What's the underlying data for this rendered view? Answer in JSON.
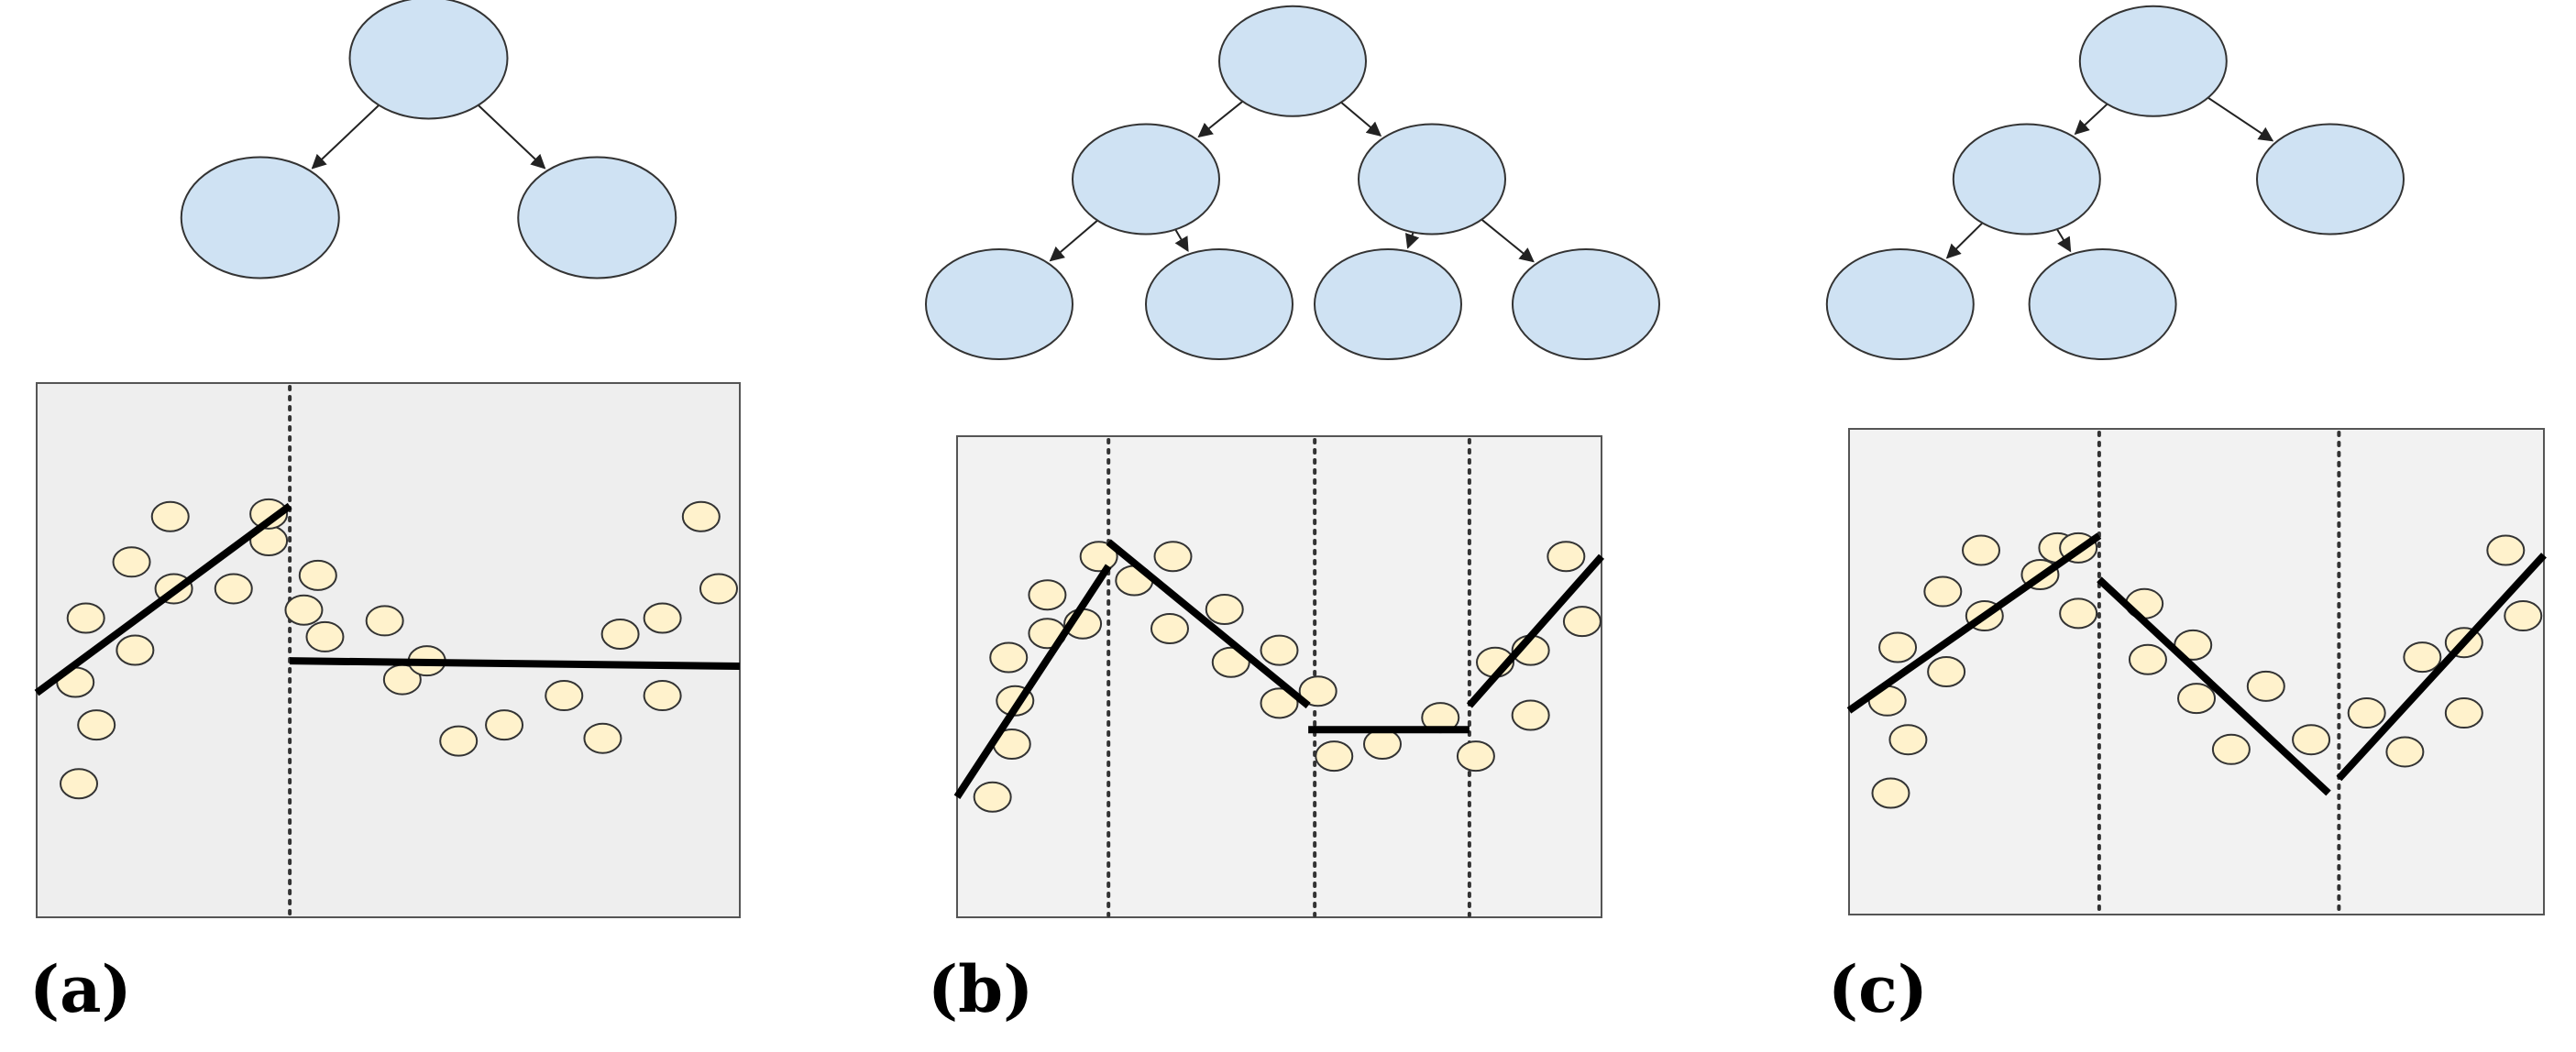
{
  "panels": [
    {
      "label": "(a)",
      "tree": {
        "nodes": [
          [
            0.5,
            0.15
          ],
          [
            0.15,
            0.75
          ],
          [
            0.85,
            0.75
          ]
        ],
        "edges": [
          [
            0,
            1
          ],
          [
            0,
            2
          ]
        ]
      },
      "splits": [
        0.36
      ],
      "segments": [
        [
          0.0,
          0.58,
          0.36,
          0.23
        ],
        [
          0.36,
          0.52,
          1.0,
          0.53
        ]
      ],
      "points": [
        [
          0.055,
          0.56
        ],
        [
          0.07,
          0.44
        ],
        [
          0.06,
          0.75
        ],
        [
          0.085,
          0.64
        ],
        [
          0.135,
          0.335
        ],
        [
          0.14,
          0.5
        ],
        [
          0.19,
          0.25
        ],
        [
          0.195,
          0.385
        ],
        [
          0.28,
          0.385
        ],
        [
          0.33,
          0.295
        ],
        [
          0.33,
          0.245
        ],
        [
          0.38,
          0.425
        ],
        [
          0.4,
          0.36
        ],
        [
          0.41,
          0.475
        ],
        [
          0.495,
          0.445
        ],
        [
          0.52,
          0.555
        ],
        [
          0.555,
          0.52
        ],
        [
          0.6,
          0.67
        ],
        [
          0.665,
          0.64
        ],
        [
          0.75,
          0.585
        ],
        [
          0.805,
          0.665
        ],
        [
          0.83,
          0.47
        ],
        [
          0.89,
          0.44
        ],
        [
          0.89,
          0.585
        ],
        [
          0.945,
          0.25
        ],
        [
          0.97,
          0.385
        ]
      ]
    },
    {
      "label": "(b)",
      "tree": {
        "nodes": [
          [
            0.5,
            0.12
          ],
          [
            0.3,
            0.45
          ],
          [
            0.69,
            0.45
          ],
          [
            0.1,
            0.8
          ],
          [
            0.4,
            0.8
          ],
          [
            0.63,
            0.8
          ],
          [
            0.9,
            0.8
          ]
        ],
        "edges": [
          [
            0,
            1
          ],
          [
            0,
            2
          ],
          [
            1,
            3
          ],
          [
            1,
            4
          ],
          [
            2,
            5
          ],
          [
            2,
            6
          ]
        ]
      },
      "splits": [
        0.235,
        0.555,
        0.795
      ],
      "segments": [
        [
          0.0,
          0.75,
          0.235,
          0.27
        ],
        [
          0.235,
          0.22,
          0.545,
          0.56
        ],
        [
          0.545,
          0.61,
          0.795,
          0.61
        ],
        [
          0.795,
          0.56,
          1.0,
          0.25
        ]
      ],
      "points": [
        [
          0.055,
          0.75
        ],
        [
          0.08,
          0.46
        ],
        [
          0.085,
          0.64
        ],
        [
          0.09,
          0.55
        ],
        [
          0.14,
          0.41
        ],
        [
          0.14,
          0.33
        ],
        [
          0.195,
          0.39
        ],
        [
          0.22,
          0.25
        ],
        [
          0.275,
          0.3
        ],
        [
          0.33,
          0.4
        ],
        [
          0.335,
          0.25
        ],
        [
          0.415,
          0.36
        ],
        [
          0.425,
          0.47
        ],
        [
          0.5,
          0.445
        ],
        [
          0.5,
          0.555
        ],
        [
          0.56,
          0.53
        ],
        [
          0.585,
          0.665
        ],
        [
          0.66,
          0.64
        ],
        [
          0.75,
          0.585
        ],
        [
          0.805,
          0.665
        ],
        [
          0.835,
          0.47
        ],
        [
          0.89,
          0.445
        ],
        [
          0.89,
          0.58
        ],
        [
          0.945,
          0.25
        ],
        [
          0.97,
          0.385
        ]
      ]
    },
    {
      "label": "(c)",
      "tree": {
        "nodes": [
          [
            0.52,
            0.12
          ],
          [
            0.32,
            0.45
          ],
          [
            0.8,
            0.45
          ],
          [
            0.12,
            0.8
          ],
          [
            0.44,
            0.8
          ]
        ],
        "edges": [
          [
            0,
            1
          ],
          [
            0,
            2
          ],
          [
            1,
            3
          ],
          [
            1,
            4
          ]
        ]
      },
      "splits": [
        0.36,
        0.705
      ],
      "segments": [
        [
          0.0,
          0.58,
          0.36,
          0.22
        ],
        [
          0.36,
          0.31,
          0.69,
          0.75
        ],
        [
          0.705,
          0.72,
          1.0,
          0.26
        ]
      ],
      "points": [
        [
          0.055,
          0.56
        ],
        [
          0.07,
          0.45
        ],
        [
          0.06,
          0.75
        ],
        [
          0.085,
          0.64
        ],
        [
          0.135,
          0.335
        ],
        [
          0.14,
          0.5
        ],
        [
          0.19,
          0.25
        ],
        [
          0.195,
          0.385
        ],
        [
          0.275,
          0.3
        ],
        [
          0.3,
          0.245
        ],
        [
          0.33,
          0.38
        ],
        [
          0.33,
          0.245
        ],
        [
          0.425,
          0.36
        ],
        [
          0.43,
          0.475
        ],
        [
          0.495,
          0.445
        ],
        [
          0.5,
          0.555
        ],
        [
          0.55,
          0.66
        ],
        [
          0.6,
          0.53
        ],
        [
          0.665,
          0.64
        ],
        [
          0.745,
          0.585
        ],
        [
          0.8,
          0.665
        ],
        [
          0.825,
          0.47
        ],
        [
          0.885,
          0.44
        ],
        [
          0.885,
          0.585
        ],
        [
          0.945,
          0.25
        ],
        [
          0.97,
          0.385
        ]
      ]
    }
  ]
}
